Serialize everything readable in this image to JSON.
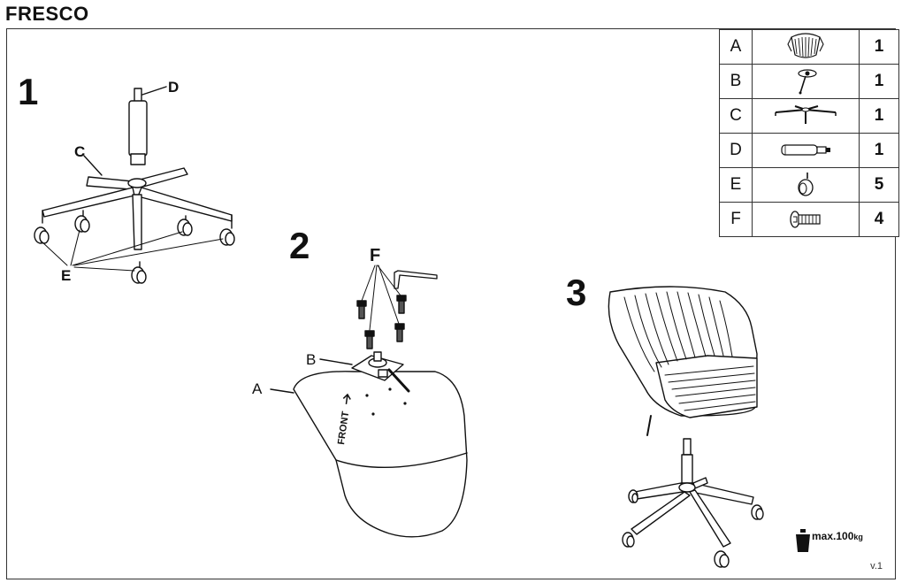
{
  "title": "FRESCO",
  "version": "v.1",
  "parts": [
    {
      "letter": "A",
      "qty": "1",
      "icon": "seat-icon"
    },
    {
      "letter": "B",
      "qty": "1",
      "icon": "mechanism-icon"
    },
    {
      "letter": "C",
      "qty": "1",
      "icon": "star-base-icon"
    },
    {
      "letter": "D",
      "qty": "1",
      "icon": "gas-lift-icon"
    },
    {
      "letter": "E",
      "qty": "5",
      "icon": "caster-icon"
    },
    {
      "letter": "F",
      "qty": "4",
      "icon": "bolt-icon"
    }
  ],
  "steps": {
    "step1": {
      "number": "1",
      "labels": {
        "c": "C",
        "d": "D",
        "e": "E"
      }
    },
    "step2": {
      "number": "2",
      "labels": {
        "a": "A",
        "b": "B",
        "f": "F"
      },
      "front": "FRONT"
    },
    "step3": {
      "number": "3"
    }
  },
  "max_load": {
    "prefix": "max.",
    "value": "100",
    "unit": "kg"
  }
}
